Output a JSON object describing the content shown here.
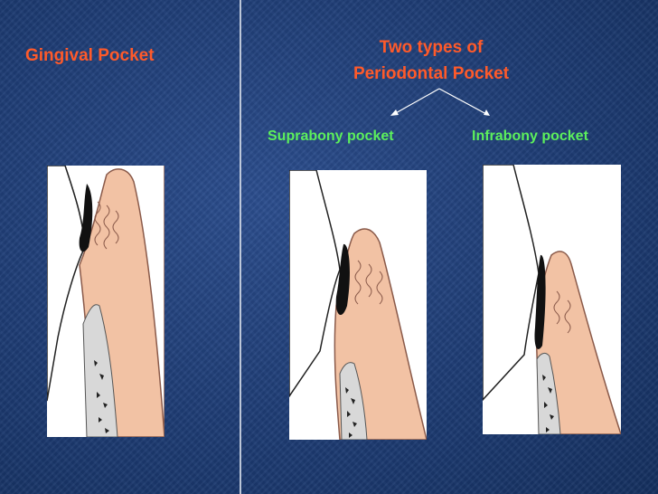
{
  "slide": {
    "left_title": "Gingival Pocket",
    "right_title_line1": "Two types of",
    "right_title_line2": "Periodontal Pocket",
    "suprabony_label": "Suprabony pocket",
    "infrabony_label": "Infrabony pocket"
  },
  "colors": {
    "background": "#1e3c74",
    "title_orange": "#ff5a2a",
    "label_green": "#5cf05c",
    "gingiva_pink": "#f2c2a4",
    "pocket_black": "#111111",
    "bone_gray": "#cfcfcf"
  }
}
